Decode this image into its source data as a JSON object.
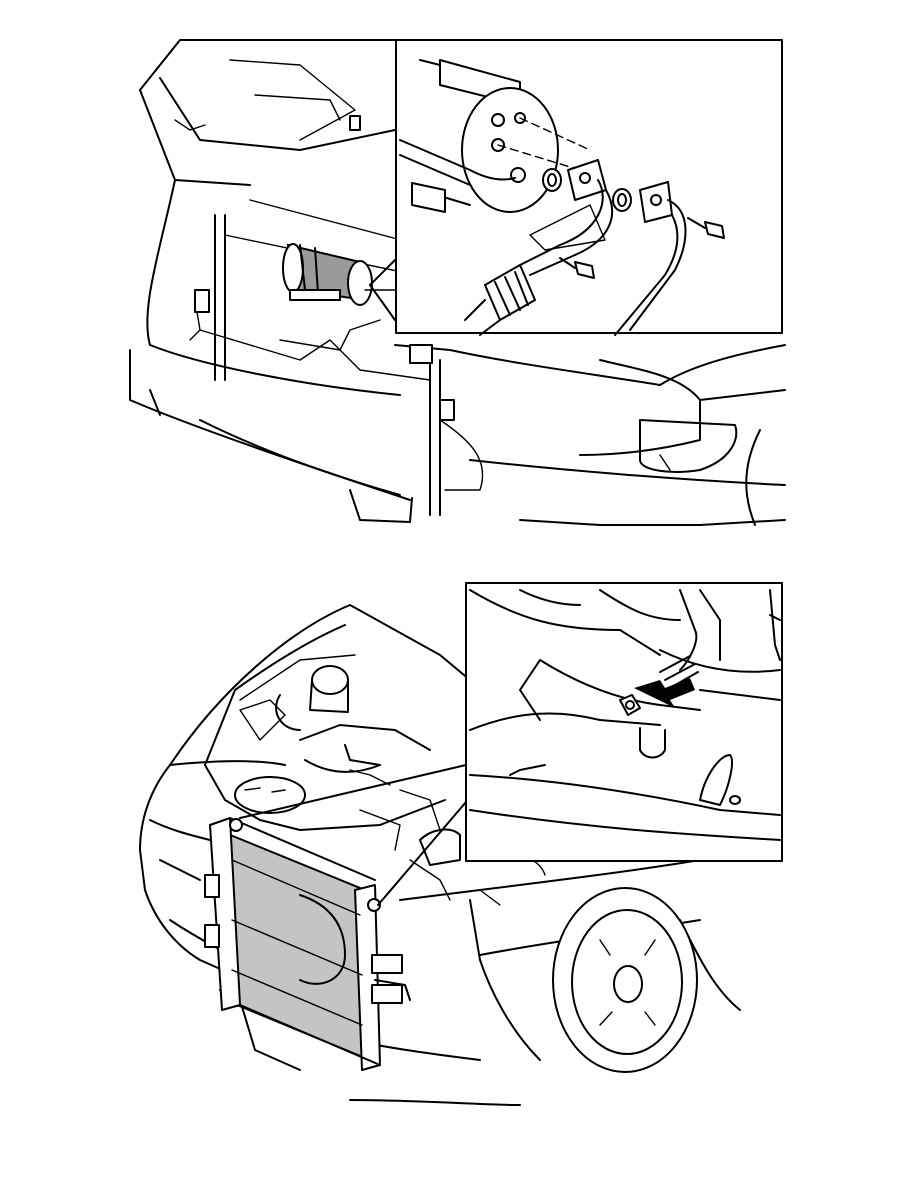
{
  "figures": [
    {
      "id": "top",
      "callout": "detail-inset"
    },
    {
      "id": "bottom",
      "callout": "detail-inset"
    }
  ],
  "colors": {
    "line": "#000000",
    "highlight": "#c4c4c4",
    "background": "#ffffff"
  }
}
